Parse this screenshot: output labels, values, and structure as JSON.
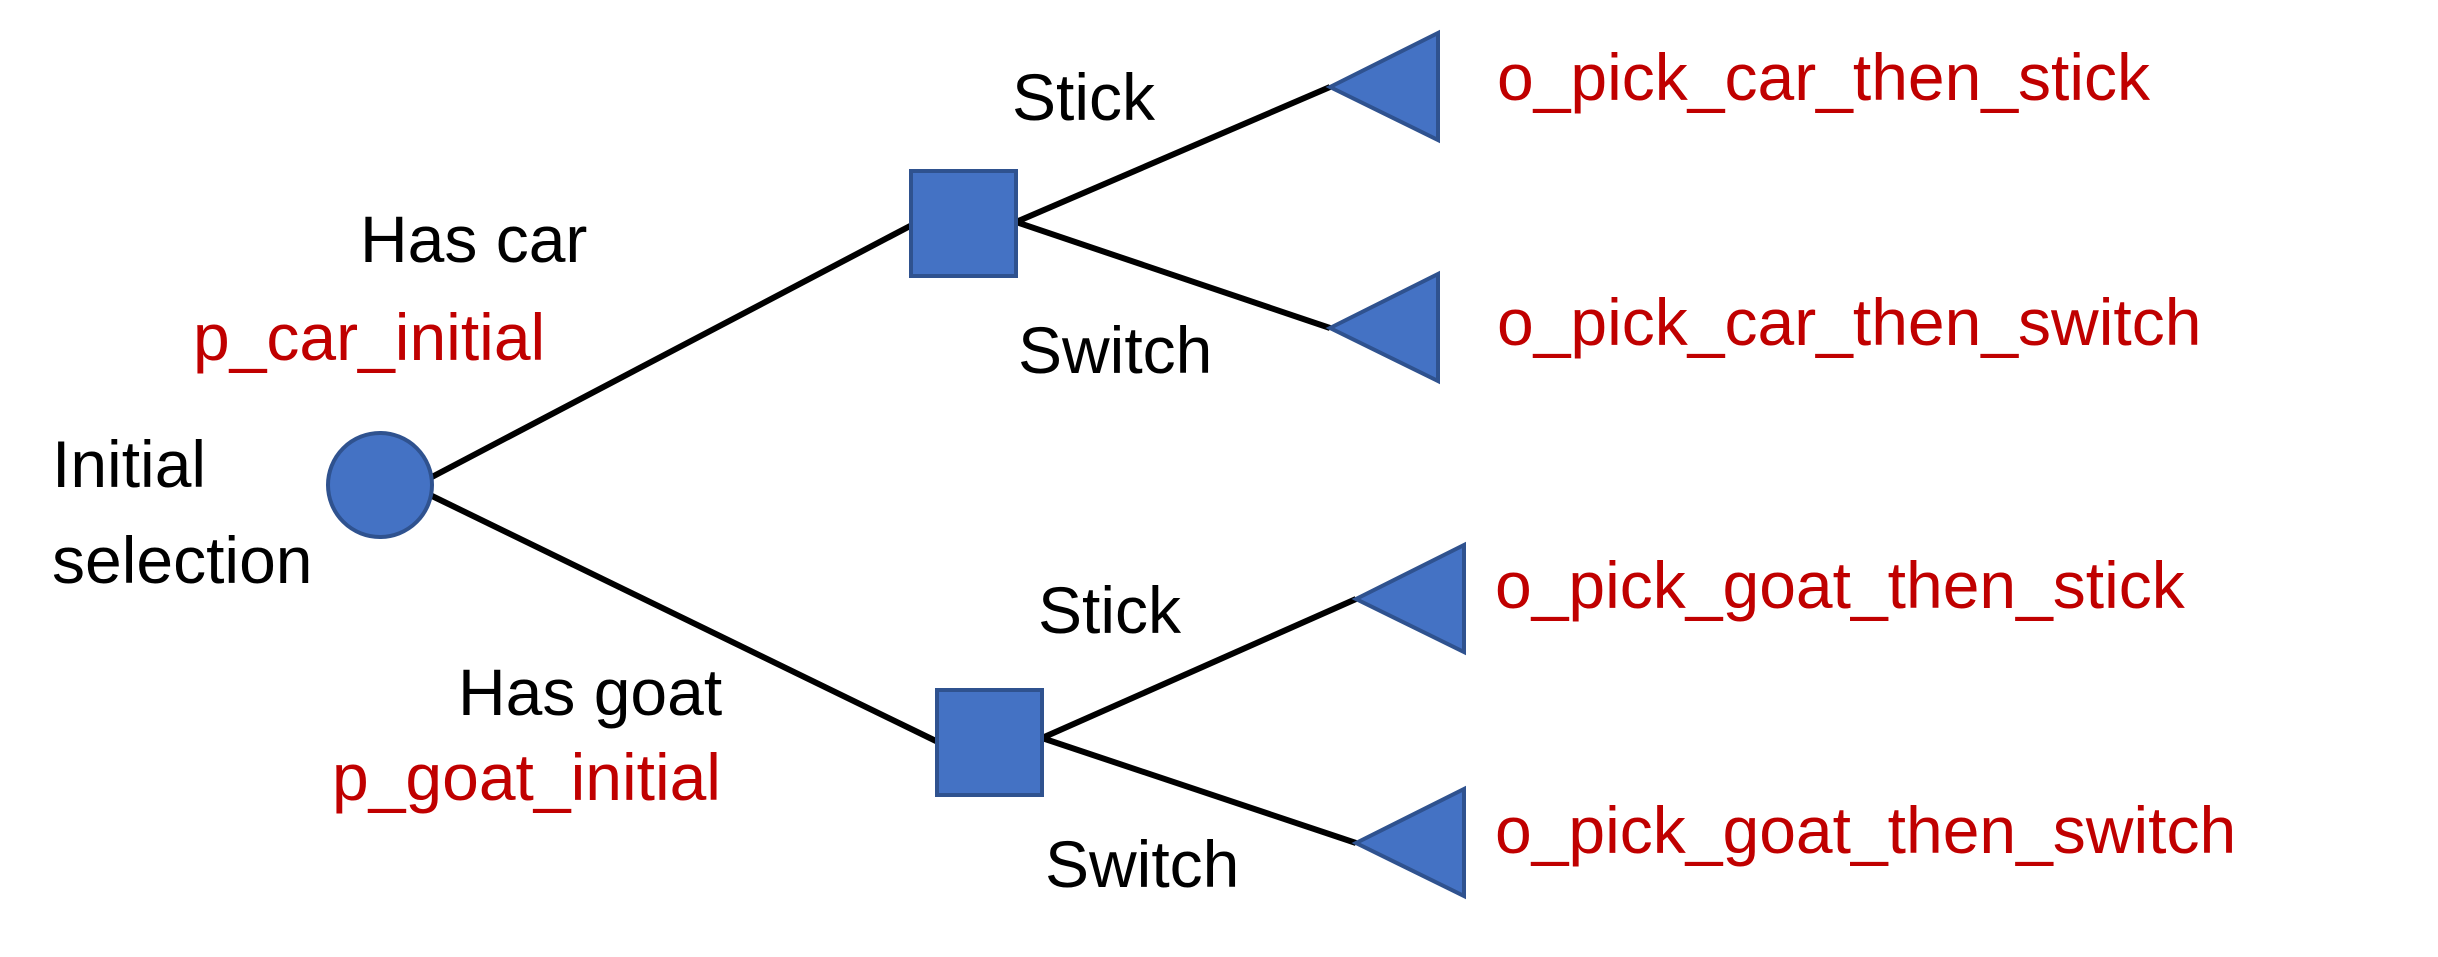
{
  "colors": {
    "node_fill": "#4472c4",
    "node_stroke": "#2f528f",
    "edge": "#000000",
    "label_black": "#000000",
    "label_red": "#c00000"
  },
  "root": {
    "shape": "chance-circle",
    "label_line1": "Initial",
    "label_line2": "selection"
  },
  "branches": {
    "car": {
      "label": "Has car",
      "probability": "p_car_initial",
      "shape": "decision-square"
    },
    "goat": {
      "label": "Has goat",
      "probability": "p_goat_initial",
      "shape": "decision-square"
    }
  },
  "choices": {
    "car_stick": {
      "label": "Stick",
      "outcome": "o_pick_car_then_stick",
      "shape": "terminal-triangle"
    },
    "car_switch": {
      "label": "Switch",
      "outcome": "o_pick_car_then_switch",
      "shape": "terminal-triangle"
    },
    "goat_stick": {
      "label": "Stick",
      "outcome": "o_pick_goat_then_stick",
      "shape": "terminal-triangle"
    },
    "goat_switch": {
      "label": "Switch",
      "outcome": "o_pick_goat_then_switch",
      "shape": "terminal-triangle"
    }
  }
}
